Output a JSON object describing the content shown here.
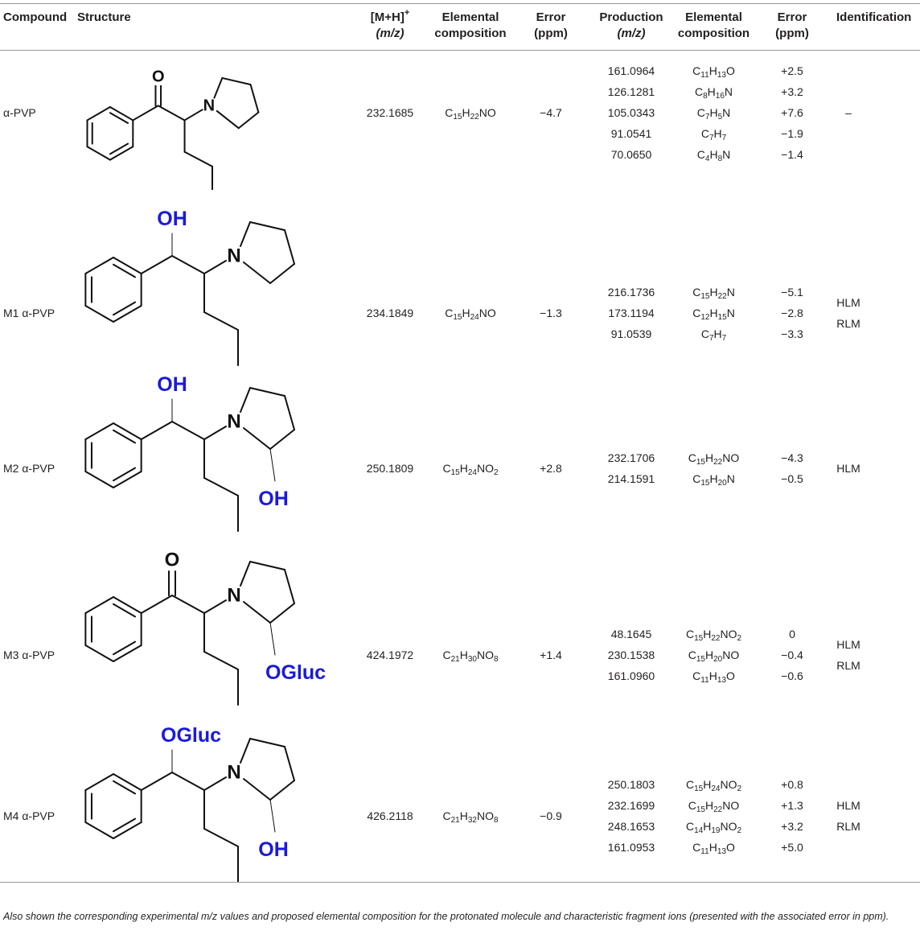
{
  "headers": {
    "compound": "Compound",
    "structure": "Structure",
    "mh_line1": "[M+H]",
    "mh_sup": "+",
    "mh_line2": "(m/z)",
    "elem1_line1": "Elemental",
    "elem1_line2": "composition",
    "err1_line1": "Error",
    "err1_line2": "(ppm)",
    "prod_line1": "Production",
    "prod_line2": "(m/z)",
    "elem2_line1": "Elemental",
    "elem2_line2": "composition",
    "err2_line1": "Error",
    "err2_line2": "(ppm)",
    "identification": "Identification"
  },
  "rows": [
    {
      "compound": "α-PVP",
      "mh": "232.1685",
      "formula": [
        [
          "C",
          "15"
        ],
        [
          "H",
          "22"
        ],
        [
          "NO",
          ""
        ]
      ],
      "error": "−4.7",
      "products": [
        "161.0964",
        "126.1281",
        "105.0343",
        "91.0541",
        "70.0650"
      ],
      "product_formulas": [
        [
          [
            "C",
            "11"
          ],
          [
            "H",
            "13"
          ],
          [
            "O",
            ""
          ]
        ],
        [
          [
            "C",
            "8"
          ],
          [
            "H",
            "16"
          ],
          [
            "N",
            ""
          ]
        ],
        [
          [
            "C",
            "7"
          ],
          [
            "H",
            "5"
          ],
          [
            "N",
            ""
          ]
        ],
        [
          [
            "C",
            "7"
          ],
          [
            "H",
            "7"
          ]
        ],
        [
          [
            "C",
            "4"
          ],
          [
            "H",
            "8"
          ],
          [
            "N",
            ""
          ]
        ]
      ],
      "product_errors": [
        "+2.5",
        "+3.2",
        "+7.6",
        "−1.9",
        "−1.4"
      ],
      "identification": [
        "–"
      ],
      "labels": [
        "O",
        "N"
      ]
    },
    {
      "compound": "M1 α-PVP",
      "mh": "234.1849",
      "formula": [
        [
          "C",
          "15"
        ],
        [
          "H",
          "24"
        ],
        [
          "NO",
          ""
        ]
      ],
      "error": "−1.3",
      "products": [
        "216.1736",
        "173.1194",
        "91.0539"
      ],
      "product_formulas": [
        [
          [
            "C",
            "15"
          ],
          [
            "H",
            "22"
          ],
          [
            "N",
            ""
          ]
        ],
        [
          [
            "C",
            "12"
          ],
          [
            "H",
            "15"
          ],
          [
            "N",
            ""
          ]
        ],
        [
          [
            "C",
            "7"
          ],
          [
            "H",
            "7"
          ]
        ]
      ],
      "product_errors": [
        "−5.1",
        "−2.8",
        "−3.3"
      ],
      "identification": [
        "HLM",
        "RLM"
      ],
      "labels": [
        "OH",
        "N"
      ]
    },
    {
      "compound": "M2 α-PVP",
      "mh": "250.1809",
      "formula": [
        [
          "C",
          "15"
        ],
        [
          "H",
          "24"
        ],
        [
          "NO",
          "2"
        ]
      ],
      "error": "+2.8",
      "products": [
        "232.1706",
        "214.1591"
      ],
      "product_formulas": [
        [
          [
            "C",
            "15"
          ],
          [
            "H",
            "22"
          ],
          [
            "NO",
            ""
          ]
        ],
        [
          [
            "C",
            "15"
          ],
          [
            "H",
            "20"
          ],
          [
            "N",
            ""
          ]
        ]
      ],
      "product_errors": [
        "−4.3",
        "−0.5"
      ],
      "identification": [
        "HLM"
      ],
      "labels": [
        "OH",
        "N",
        "OH"
      ]
    },
    {
      "compound": "M3 α-PVP",
      "mh": "424.1972",
      "formula": [
        [
          "C",
          "21"
        ],
        [
          "H",
          "30"
        ],
        [
          "NO",
          "8"
        ]
      ],
      "error": "+1.4",
      "products": [
        "48.1645",
        "230.1538",
        "161.0960"
      ],
      "product_formulas": [
        [
          [
            "C",
            "15"
          ],
          [
            "H",
            "22"
          ],
          [
            "NO",
            "2"
          ]
        ],
        [
          [
            "C",
            "15"
          ],
          [
            "H",
            "20"
          ],
          [
            "NO",
            ""
          ]
        ],
        [
          [
            "C",
            "11"
          ],
          [
            "H",
            "13"
          ],
          [
            "O",
            ""
          ]
        ]
      ],
      "product_errors": [
        "0",
        "−0.4",
        "−0.6"
      ],
      "identification": [
        "HLM",
        "RLM"
      ],
      "labels": [
        "O",
        "N",
        "OGluc"
      ]
    },
    {
      "compound": "M4 α-PVP",
      "mh": "426.2118",
      "formula": [
        [
          "C",
          "21"
        ],
        [
          "H",
          "32"
        ],
        [
          "NO",
          "8"
        ]
      ],
      "error": "−0.9",
      "products": [
        "250.1803",
        "232.1699",
        "248.1653",
        "161.0953"
      ],
      "product_formulas": [
        [
          [
            "C",
            "15"
          ],
          [
            "H",
            "24"
          ],
          [
            "NO",
            "2"
          ]
        ],
        [
          [
            "C",
            "15"
          ],
          [
            "H",
            "22"
          ],
          [
            "NO",
            ""
          ]
        ],
        [
          [
            "C",
            "14"
          ],
          [
            "H",
            "19"
          ],
          [
            "NO",
            "2"
          ]
        ],
        [
          [
            "C",
            "11"
          ],
          [
            "H",
            "13"
          ],
          [
            "O",
            ""
          ]
        ]
      ],
      "product_errors": [
        "+0.8",
        "+1.3",
        "+3.2",
        "+5.0"
      ],
      "identification": [
        "HLM",
        "RLM"
      ],
      "labels": [
        "OGluc",
        "N",
        "OH"
      ]
    }
  ],
  "footnote": "Also shown the corresponding experimental m/z values and proposed elemental composition for the protonated molecule and characteristic fragment ions (presented with the associated error in ppm).",
  "colors": {
    "metabolite_site": "#1a1adc",
    "text": "#231f20",
    "rule": "#9a9a9a"
  }
}
